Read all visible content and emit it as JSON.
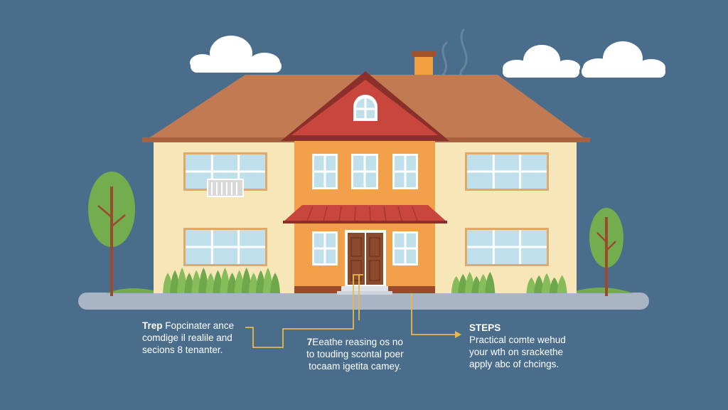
{
  "captions": {
    "left": {
      "title": "Trep",
      "line1_rest": " Fopcinater ance",
      "line2": "comdige il realile and",
      "line3": "secions 8 tenanter."
    },
    "middle": {
      "title": "7",
      "line1_rest": "Eeathe reasing os no",
      "line2": "to touding scontal poer",
      "line3": "tocaam igetita camey."
    },
    "right": {
      "title": "STEPS",
      "line1": "Practical comte wehud",
      "line2": "your wth on srackethe",
      "line3": "apply abc of chcings."
    }
  },
  "colors": {
    "background": "#4a6d8c",
    "roof": "#c27a52",
    "gable": "#c9463d",
    "wall_side": "#f7e6b8",
    "wall_center": "#f2a04a",
    "connector": "#e9b949",
    "ground": "#a9b4c4",
    "tree": "#73ad4e",
    "trunk": "#9b4a2d"
  }
}
